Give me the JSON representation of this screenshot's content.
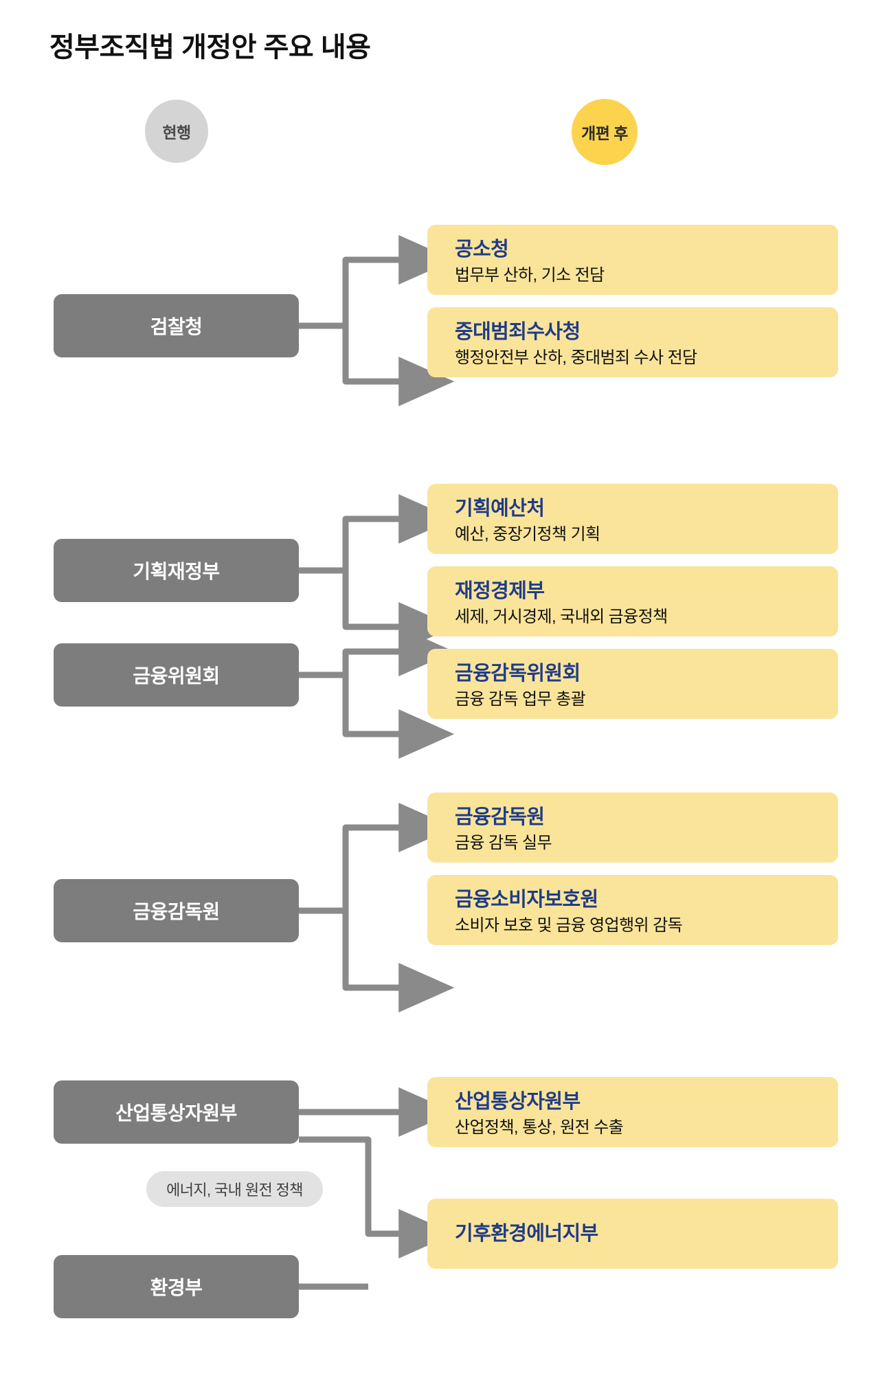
{
  "title": "정부조직법 개정안 주요 내용",
  "legend": {
    "current_label": "현행",
    "after_label": "개편 후"
  },
  "colors": {
    "current_box": "#7d7d7d",
    "new_box": "#fae49a",
    "new_title_text": "#1f3c88",
    "legend_current_circle": "#d4d4d4",
    "legend_after_circle": "#fbd34d",
    "connector": "#8a8a8a",
    "note_pill": "#e2e2e2"
  },
  "chart_data": {
    "type": "diagram",
    "title": "정부조직법 개정안 주요 내용",
    "columns": [
      "현행",
      "개편 후"
    ],
    "groups": [
      {
        "current": [
          "검찰청"
        ],
        "new": [
          {
            "name": "공소청",
            "desc": "법무부 산하, 기소 전담"
          },
          {
            "name": "중대범죄수사청",
            "desc": "행정안전부 산하, 중대범죄 수사 전담"
          }
        ],
        "links": [
          [
            "검찰청",
            "공소청"
          ],
          [
            "검찰청",
            "중대범죄수사청"
          ]
        ]
      },
      {
        "current": [
          "기획재정부",
          "금융위원회"
        ],
        "new": [
          {
            "name": "기획예산처",
            "desc": "예산, 중장기정책 기획"
          },
          {
            "name": "재정경제부",
            "desc": "세제, 거시경제, 국내외 금융정책"
          },
          {
            "name": "금융감독위원회",
            "desc": "금융 감독 업무 총괄"
          }
        ],
        "links": [
          [
            "기획재정부",
            "기획예산처"
          ],
          [
            "기획재정부",
            "재정경제부"
          ],
          [
            "금융위원회",
            "재정경제부"
          ],
          [
            "금융위원회",
            "금융감독위원회"
          ]
        ]
      },
      {
        "current": [
          "금융감독원"
        ],
        "new": [
          {
            "name": "금융감독원",
            "desc": "금융 감독 실무"
          },
          {
            "name": "금융소비자보호원",
            "desc": "소비자 보호 및 금융 영업행위 감독"
          }
        ],
        "links": [
          [
            "금융감독원",
            "금융감독원"
          ],
          [
            "금융감독원",
            "금융소비자보호원"
          ]
        ]
      },
      {
        "current": [
          "산업통상자원부",
          "환경부"
        ],
        "new": [
          {
            "name": "산업통상자원부",
            "desc": "산업정책, 통상,  원전 수출"
          },
          {
            "name": "기후환경에너지부",
            "desc": ""
          }
        ],
        "note": "에너지, 국내 원전 정책",
        "links": [
          [
            "산업통상자원부",
            "산업통상자원부"
          ],
          [
            "산업통상자원부",
            "기후환경에너지부"
          ],
          [
            "환경부",
            "기후환경에너지부"
          ]
        ]
      }
    ]
  },
  "sections": [
    {
      "id": "prosecution",
      "current": [
        {
          "label": "검찰청"
        }
      ],
      "new": [
        {
          "name": "공소청",
          "desc": "법무부 산하, 기소 전담"
        },
        {
          "name": "중대범죄수사청",
          "desc": "행정안전부 산하, 중대범죄 수사 전담"
        }
      ]
    },
    {
      "id": "finance",
      "current": [
        {
          "label": "기획재정부"
        },
        {
          "label": "금융위원회"
        }
      ],
      "new": [
        {
          "name": "기획예산처",
          "desc": "예산, 중장기정책 기획"
        },
        {
          "name": "재정경제부",
          "desc": "세제, 거시경제, 국내외 금융정책"
        },
        {
          "name": "금융감독위원회",
          "desc": "금융 감독 업무 총괄"
        }
      ]
    },
    {
      "id": "fss",
      "current": [
        {
          "label": "금융감독원"
        }
      ],
      "new": [
        {
          "name": "금융감독원",
          "desc": "금융 감독 실무"
        },
        {
          "name": "금융소비자보호원",
          "desc": "소비자 보호 및 금융 영업행위 감독"
        }
      ]
    },
    {
      "id": "energy",
      "current": [
        {
          "label": "산업통상자원부"
        },
        {
          "label": "환경부"
        }
      ],
      "note": "에너지, 국내 원전 정책",
      "new": [
        {
          "name": "산업통상자원부",
          "desc": "산업정책, 통상,  원전 수출"
        },
        {
          "name": "기후환경에너지부",
          "desc": ""
        }
      ]
    }
  ]
}
